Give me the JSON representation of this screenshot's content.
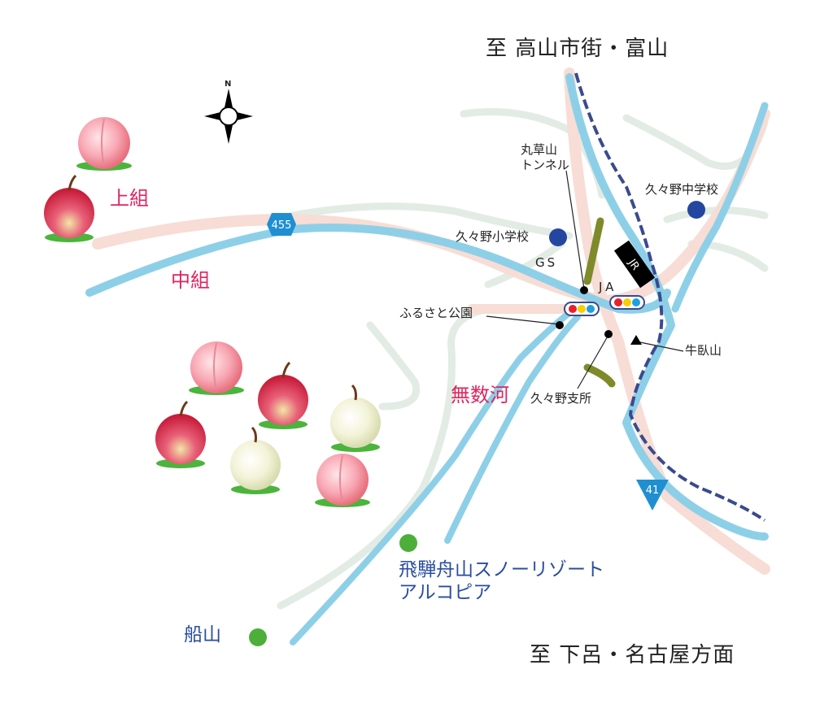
{
  "destinations": {
    "north": "至 高山市街・富山",
    "south": "至 下呂・名古屋方面"
  },
  "areas": {
    "kamigumi": "上組",
    "nakagumi": "中組",
    "musouko": "無数河"
  },
  "landmarks": {
    "tunnel_line1": "丸草山",
    "tunnel_line2": "トンネル",
    "kuguno_middle_school": "久々野中学校",
    "kuguno_elementary_school": "久々野小学校",
    "gas_station": "GS",
    "ja": "JA",
    "furusato_park": "ふるさと公園",
    "ushibuseyama": "牛臥山",
    "kuguno_branch": "久々野支所",
    "ski_resort_line1": "飛騨舟山スノーリゾート",
    "ski_resort_line2": "アルコピア",
    "funayama": "船山"
  },
  "routes": {
    "route_455": "455",
    "route_41": "41",
    "railway_label": "JR"
  },
  "compass": {
    "north": "N"
  },
  "colors": {
    "river": "#8ecfe8",
    "road": "#f7ddd5",
    "minor_road": "#e2ece4",
    "railway": "#3a4a8f",
    "tunnel": "#7f8a2a",
    "area_label": "#e0245e",
    "place_blue": "#2a4da0",
    "school_dot": "#2446a0",
    "mountain_dot": "#4caf3a",
    "route_shield": "#1f8fd1"
  }
}
